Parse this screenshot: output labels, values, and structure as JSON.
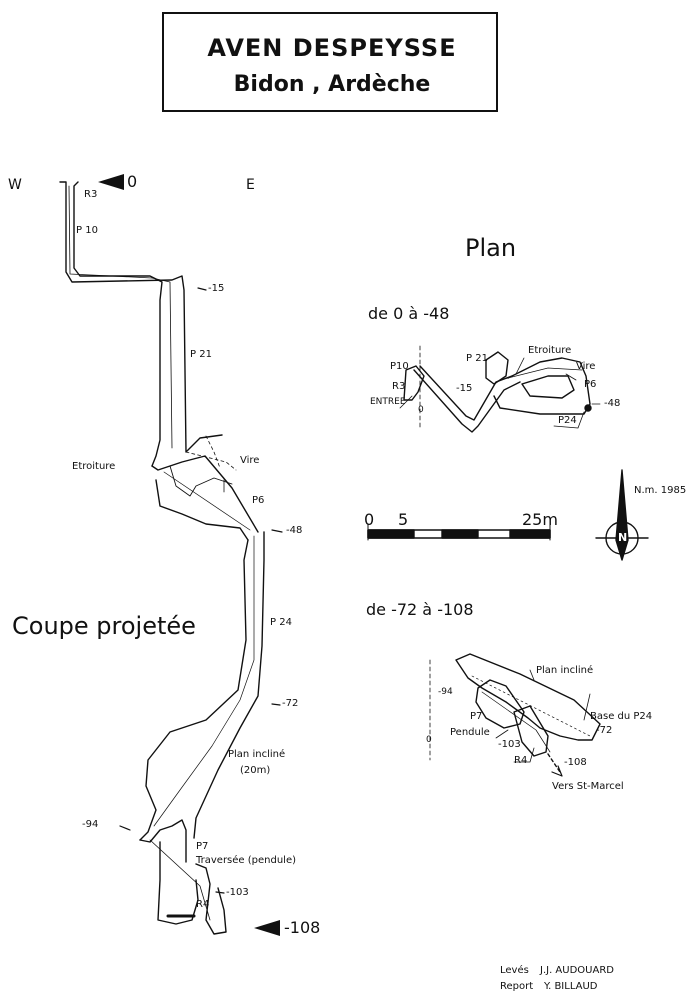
{
  "title": {
    "line1": "AVEN DESPEYSSE",
    "line2": "Bidon , Ardèche"
  },
  "section": {
    "west": "W",
    "east": "E",
    "zero": "0",
    "labels": {
      "r3": "R3",
      "p10": "P 10",
      "m15": "-15",
      "p21": "P 21",
      "etroiture": "Etroiture",
      "vire": "Vire",
      "p6": "P6",
      "m48": "-48",
      "p24": "P 24",
      "m72": "-72",
      "plan_incline": "Plan incliné",
      "plan_incline_len": "(20m)",
      "m94": "-94",
      "p7": "P7",
      "traversee": "Traversée (pendule)",
      "m103": "-103",
      "r4": "R4",
      "m108": "-108"
    },
    "caption": "Coupe projetée"
  },
  "plan": {
    "title": "Plan",
    "upper": {
      "heading": "de 0 à -48",
      "labels": {
        "p10": "P10",
        "r3": "R3",
        "entree": "ENTREE",
        "zero": "0",
        "p21": "P 21",
        "m15": "-15",
        "etroiture": "Etroiture",
        "vire": "Vire",
        "p6": "P6",
        "m48": "-48",
        "p24": "P24"
      }
    },
    "scale": {
      "zero": "0",
      "five": "5",
      "end": "25m"
    },
    "north": {
      "label": "N.m. 1985",
      "letter": "N"
    },
    "lower": {
      "heading": "de -72 à -108",
      "labels": {
        "plan_incline": "Plan incliné",
        "m94": "-94",
        "base": "Base du P24",
        "m72": "-72",
        "zero": "0",
        "p7": "P7",
        "pendule": "Pendule",
        "m103": "-103",
        "r4": "R4",
        "m108": "-108",
        "vers": "Vers St-Marcel"
      }
    }
  },
  "credits": {
    "leves_label": "Levés",
    "leves_name": "J.J. AUDOUARD",
    "report_label": "Report",
    "report_name": "Y. BILLAUD"
  }
}
